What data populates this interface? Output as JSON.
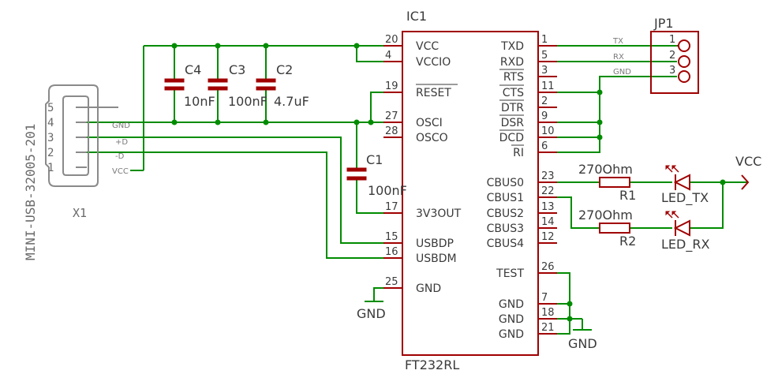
{
  "ic": {
    "name": "IC1",
    "value": "FT232RL",
    "pins_left": [
      {
        "num": "20",
        "label": "VCC",
        "over": false
      },
      {
        "num": "4",
        "label": "VCCIO",
        "over": false
      },
      {
        "num": "19",
        "label": "RESET",
        "over": true
      },
      {
        "num": "27",
        "label": "OSCI",
        "over": false
      },
      {
        "num": "28",
        "label": "OSCO",
        "over": false
      },
      {
        "num": "17",
        "label": "3V3OUT",
        "over": false
      },
      {
        "num": "15",
        "label": "USBDP",
        "over": false
      },
      {
        "num": "16",
        "label": "USBDM",
        "over": false
      },
      {
        "num": "25",
        "label": "GND",
        "over": false
      }
    ],
    "pins_right": [
      {
        "num": "1",
        "label": "TXD",
        "over": false
      },
      {
        "num": "5",
        "label": "RXD",
        "over": false
      },
      {
        "num": "3",
        "label": "RTS",
        "over": true
      },
      {
        "num": "11",
        "label": "CTS",
        "over": true
      },
      {
        "num": "2",
        "label": "DTR",
        "over": true
      },
      {
        "num": "9",
        "label": "DSR",
        "over": true
      },
      {
        "num": "10",
        "label": "DCD",
        "over": true
      },
      {
        "num": "6",
        "label": "RI",
        "over": true
      },
      {
        "num": "23",
        "label": "CBUS0",
        "over": false
      },
      {
        "num": "22",
        "label": "CBUS1",
        "over": false
      },
      {
        "num": "13",
        "label": "CBUS2",
        "over": false
      },
      {
        "num": "14",
        "label": "CBUS3",
        "over": false
      },
      {
        "num": "12",
        "label": "CBUS4",
        "over": false
      },
      {
        "num": "26",
        "label": "TEST",
        "over": false
      },
      {
        "num": "7",
        "label": "GND",
        "over": false
      },
      {
        "num": "18",
        "label": "GND",
        "over": false
      },
      {
        "num": "21",
        "label": "GND",
        "over": false
      }
    ]
  },
  "capacitors": [
    {
      "name": "C4",
      "value": "10nF"
    },
    {
      "name": "C3",
      "value": "100nF"
    },
    {
      "name": "C2",
      "value": "4.7uF"
    },
    {
      "name": "C1",
      "value": "100nF"
    }
  ],
  "resistors": [
    {
      "name": "R1",
      "value": "270Ohm"
    },
    {
      "name": "R2",
      "value": "270Ohm"
    }
  ],
  "leds": [
    {
      "name": "LED_TX"
    },
    {
      "name": "LED_RX"
    }
  ],
  "connector": {
    "name": "X1",
    "value": "MINI-USB-32005-201",
    "pins": [
      "5",
      "4",
      "3",
      "2",
      "1"
    ],
    "signals": [
      "GND",
      "+D",
      "-D",
      "VCC"
    ]
  },
  "header": {
    "name": "JP1",
    "pins": [
      "1",
      "2",
      "3"
    ],
    "signals": [
      "TX",
      "RX",
      "GND"
    ]
  },
  "power": {
    "vcc": "VCC",
    "gnd_left": "GND",
    "gnd_right": "GND"
  }
}
